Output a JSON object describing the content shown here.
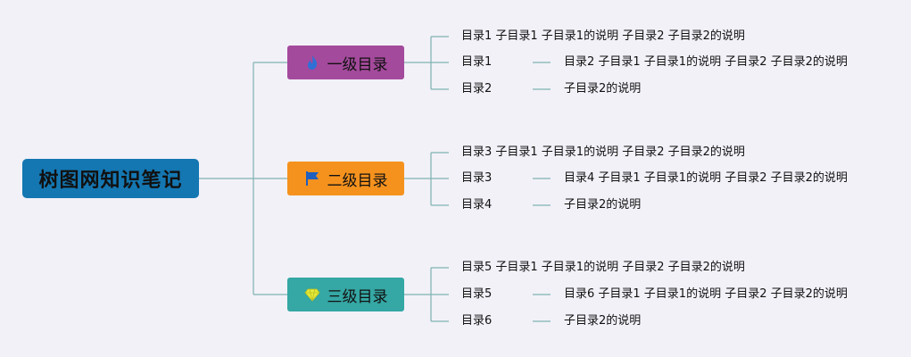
{
  "root": {
    "label": "树图网知识笔记"
  },
  "colors": {
    "root": "#1477b2",
    "line": "#7fb2b0",
    "branch1": "#a44a9c",
    "branch2": "#f5921e",
    "branch3": "#35a7a4"
  },
  "branches": [
    {
      "label": "一级目录",
      "icon": "flame-icon",
      "rows": [
        {
          "name": "目录1 子目录1 子目录1的说明 子目录2 子目录2的说明",
          "detail": ""
        },
        {
          "name": "目录1",
          "detail": "目录2 子目录1 子目录1的说明 子目录2 子目录2的说明"
        },
        {
          "name": "目录2",
          "detail": "子目录2的说明"
        }
      ]
    },
    {
      "label": "二级目录",
      "icon": "flag-icon",
      "rows": [
        {
          "name": "目录3 子目录1 子目录1的说明 子目录2 子目录2的说明",
          "detail": ""
        },
        {
          "name": "目录3",
          "detail": "目录4 子目录1 子目录1的说明 子目录2 子目录2的说明"
        },
        {
          "name": "目录4",
          "detail": "子目录2的说明"
        }
      ]
    },
    {
      "label": "三级目录",
      "icon": "diamond-icon",
      "rows": [
        {
          "name": "目录5 子目录1 子目录1的说明 子目录2 子目录2的说明",
          "detail": ""
        },
        {
          "name": "目录5",
          "detail": "目录6 子目录1 子目录1的说明 子目录2 子目录2的说明"
        },
        {
          "name": "目录6",
          "detail": "子目录2的说明"
        }
      ]
    }
  ]
}
